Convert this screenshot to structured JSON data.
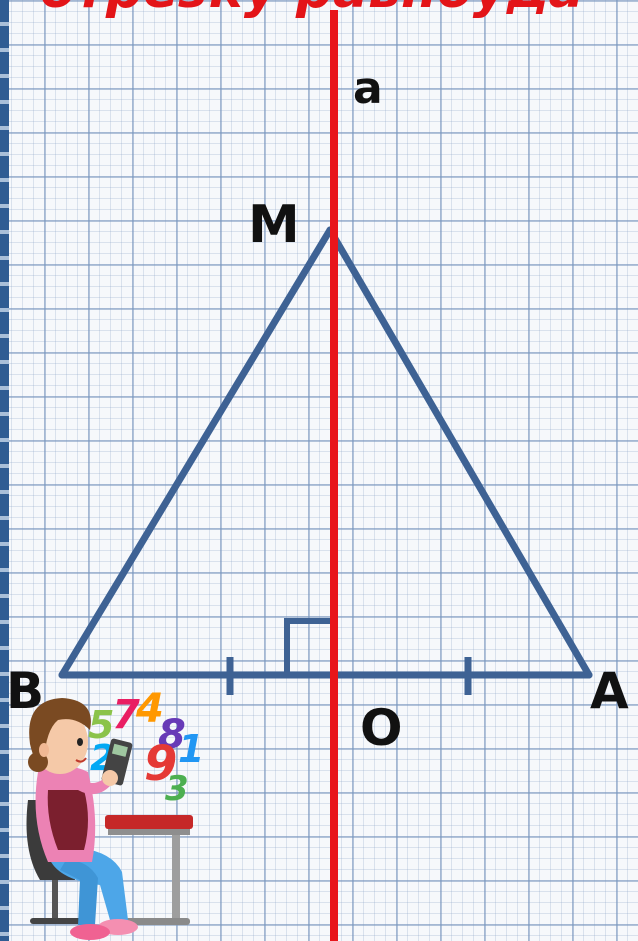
{
  "title_fragment": "отрезку равноуда",
  "labels": {
    "line": "a",
    "apex": "M",
    "left_vertex": "B",
    "right_vertex": "A",
    "midpoint": "O"
  },
  "colors": {
    "triangle": "#3e6294",
    "perpendicular_line": "#e8151b",
    "title": "#e31418"
  },
  "illustration": {
    "figure": "girl-with-calculator-icon",
    "floating_digits": [
      "5",
      "7",
      "4",
      "8",
      "1",
      "2",
      "9",
      "3"
    ]
  }
}
